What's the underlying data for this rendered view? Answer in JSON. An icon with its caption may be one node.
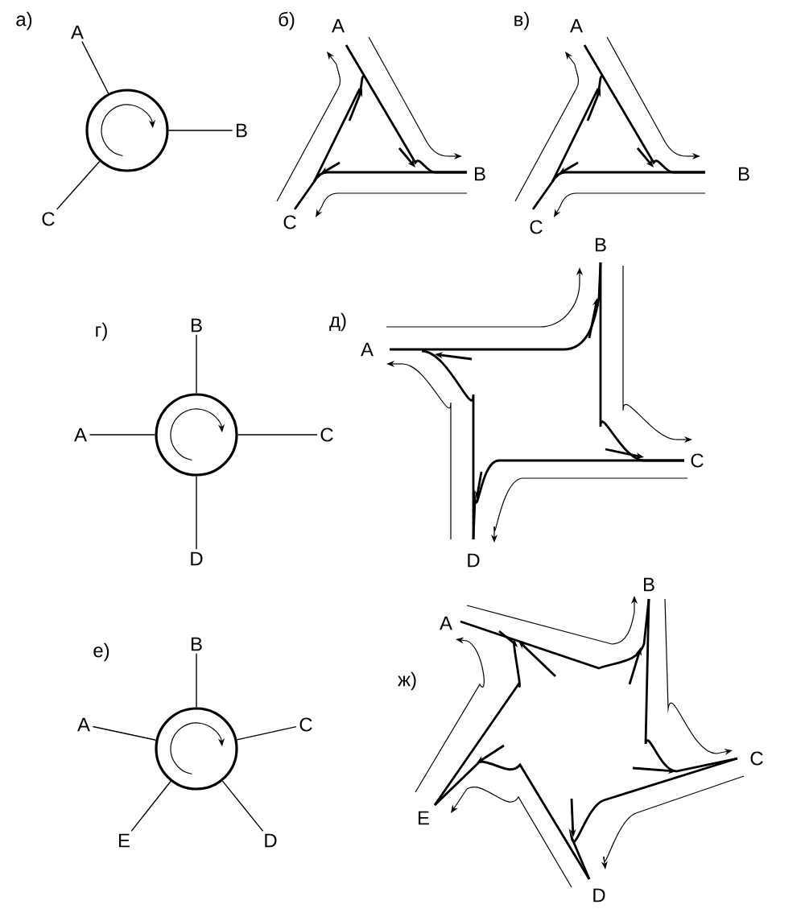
{
  "diagram": {
    "nodes": [
      {
        "text": [],
        "shape": "circle"
      },
      {
        "text": [
          "A"
        ]
      },
      {
        "text": [
          "B"
        ]
      },
      {
        "text": [
          "C"
        ]
      },
      {
        "text": [],
        "shape": "circle"
      },
      {
        "text": [
          "B"
        ]
      },
      {
        "text": [
          "A"
        ]
      },
      {
        "text": [
          "C"
        ]
      },
      {
        "text": [
          "D"
        ]
      },
      {
        "text": [],
        "shape": "circle"
      },
      {
        "text": [
          "B"
        ]
      },
      {
        "text": [
          "A"
        ]
      },
      {
        "text": [
          "C"
        ]
      },
      {
        "text": [
          "E"
        ]
      },
      {
        "text": [
          "D"
        ]
      }
    ],
    "edges": [
      {
        "from": 0,
        "to": 1,
        "arrow": "none"
      },
      {
        "from": 0,
        "to": 2,
        "arrow": "none"
      },
      {
        "from": 0,
        "to": 3,
        "arrow": "none"
      },
      {
        "from": 4,
        "to": 5,
        "arrow": "none"
      },
      {
        "from": 4,
        "to": 6,
        "arrow": "none"
      },
      {
        "from": 4,
        "to": 7,
        "arrow": "none"
      },
      {
        "from": 4,
        "to": 8,
        "arrow": "none"
      },
      {
        "from": 9,
        "to": 10,
        "arrow": "none"
      },
      {
        "from": 9,
        "to": 11,
        "arrow": "none"
      },
      {
        "from": 9,
        "to": 12,
        "arrow": "none"
      },
      {
        "from": 9,
        "to": 13,
        "arrow": "none"
      },
      {
        "from": 9,
        "to": 14,
        "arrow": "none"
      }
    ],
    "labels": [
      "а)",
      "б)",
      "A",
      "B",
      "C",
      "в)",
      "A",
      "B",
      "C",
      "г)",
      "д)",
      "A",
      "B",
      "C",
      "D",
      "е)",
      "ж)",
      "A",
      "B",
      "C",
      "D",
      "E"
    ]
  }
}
